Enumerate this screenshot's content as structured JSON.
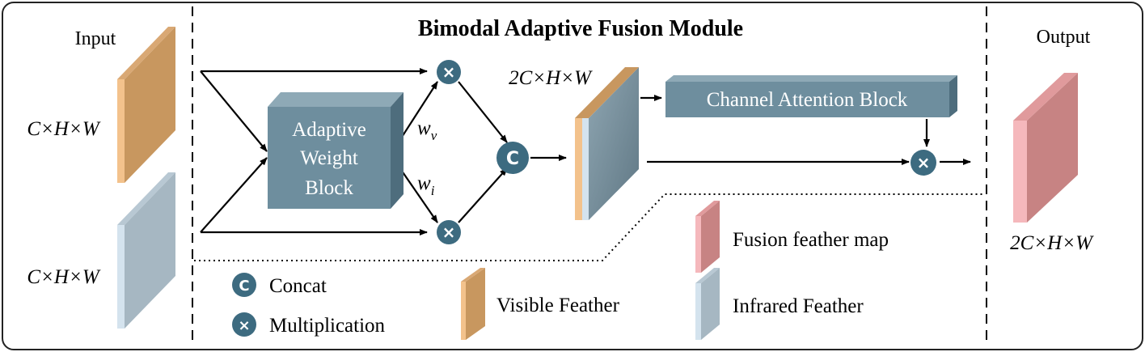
{
  "title": "Bimodal Adaptive Fusion Module",
  "input": {
    "label": "Input",
    "visible_dims": "C×H×W",
    "infrared_dims": "C×H×W"
  },
  "output": {
    "label": "Output",
    "dims": "2C×H×W"
  },
  "adaptive_block": {
    "line1": "Adaptive",
    "line2": "Weight",
    "line3": "Block"
  },
  "weights": {
    "wv_base": "w",
    "wv_sub": "v",
    "wi_base": "w",
    "wi_sub": "i"
  },
  "concat_dims": "2C×H×W",
  "channel_attention_label": "Channel Attention Block",
  "symbols": {
    "concat": "C",
    "multiply": "×"
  },
  "legend": {
    "concat": "Concat",
    "multiplication": "Multiplication",
    "visible_feather": "Visible Feather",
    "fusion_feather_map": "Fusion feather map",
    "infrared_feather": "Infrared Feather"
  },
  "colors": {
    "visible": "#c8975f",
    "infrared": "#a6b7c2",
    "fusion": "#c78383",
    "block_face": "#6e8e9e",
    "block_top": "#8ea9b6",
    "block_side": "#4e6d7d",
    "circle": "#3d6b80"
  }
}
